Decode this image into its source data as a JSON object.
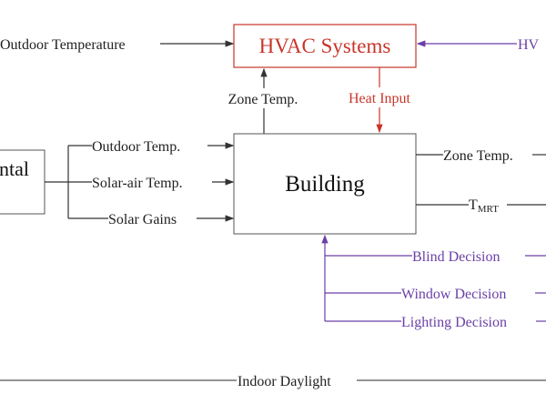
{
  "colors": {
    "black": "#333333",
    "red": "#c8352a",
    "purple": "#6a3fa6"
  },
  "nodes": {
    "hvac": "HVAC Systems",
    "building": "Building",
    "environmental_partial": "ntal"
  },
  "edges": {
    "outdoor_temperature": "Outdoor Temperature",
    "hvac_partial": "HV",
    "zone_temp_up": "Zone Temp.",
    "heat_input": "Heat Input",
    "outdoor_temp": "Outdoor Temp.",
    "solar_air_temp": "Solar-air Temp.",
    "solar_gains": "Solar Gains",
    "zone_temp_out": "Zone Temp.",
    "tmrt_main": "T",
    "tmrt_sub": "MRT",
    "blind_decision": "Blind Decision",
    "window_decision": "Window Decision",
    "lighting_decision": "Lighting Decision",
    "indoor_daylight": "Indoor Daylight"
  }
}
